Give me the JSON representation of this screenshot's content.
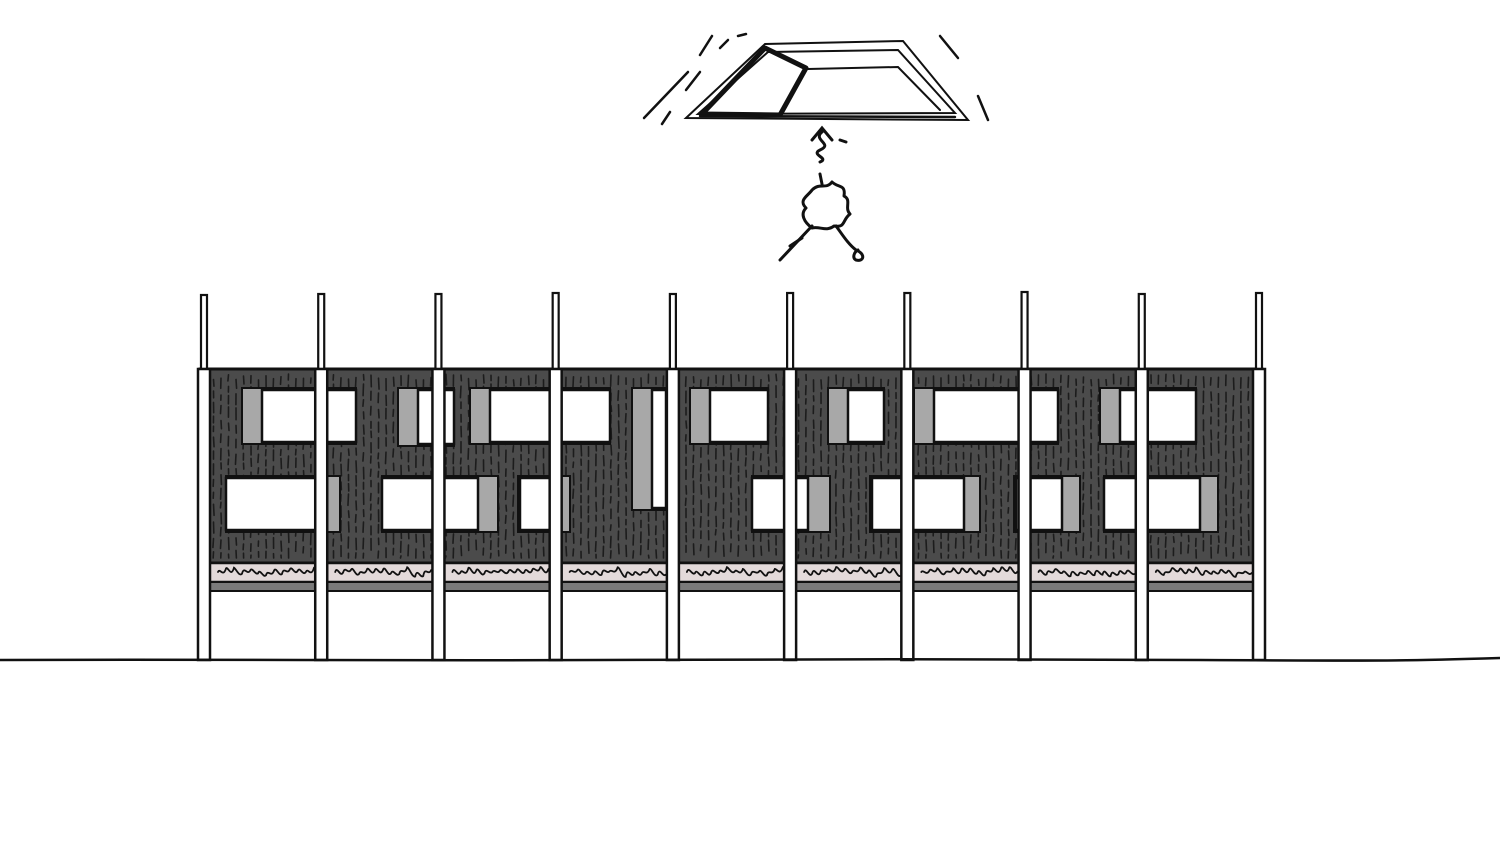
{
  "colors": {
    "background": "#ffffff",
    "ink": "#111111",
    "facade_dark": "#4b4b4b",
    "facade_hatch": "#1c1c1c",
    "window_frame": "#a8a8a8",
    "window_glass": "#ffffff",
    "planter_band": "#e3dada",
    "plinth": "#7a7a7a",
    "column_fill": "#ffffff"
  },
  "icons": [
    "skylight-sketch",
    "person-sketch",
    "vertical-arrow-squiggle"
  ],
  "building": {
    "column_count": 10,
    "bay_count": 9
  }
}
